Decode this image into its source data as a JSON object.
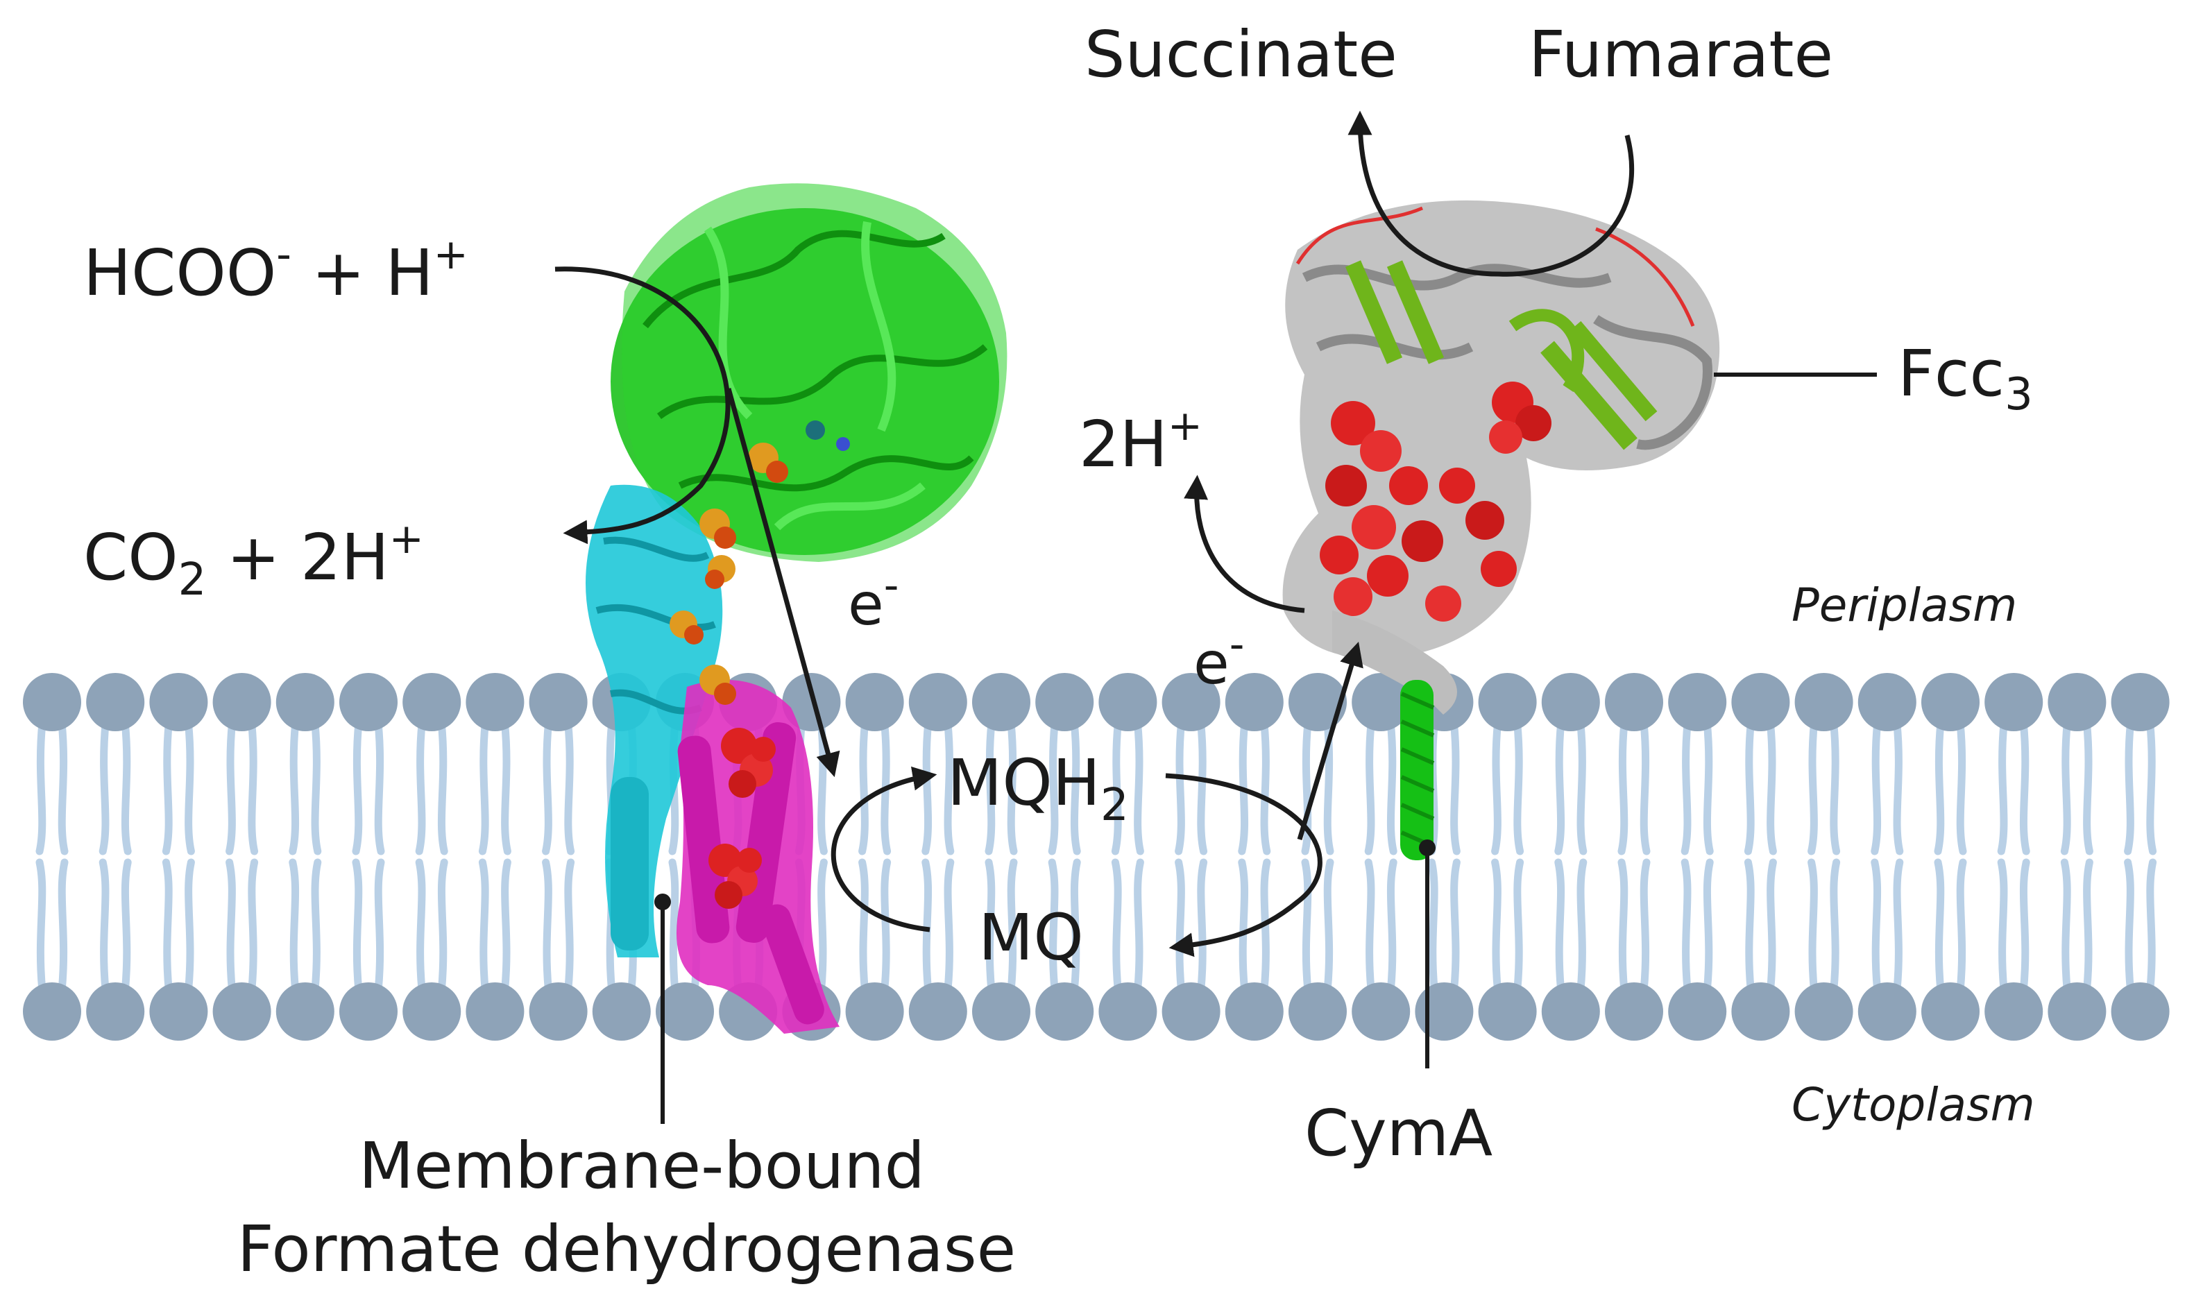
{
  "diagram": {
    "formate_reaction": {
      "substrate": {
        "base": "HCOO",
        "sup1": "-",
        "mid": " + H",
        "sup2": "+"
      },
      "product": {
        "base": "CO",
        "sub": "2",
        "mid": " + 2H",
        "sup": "+"
      }
    },
    "electron_fdh": {
      "base": "e",
      "sup": "-"
    },
    "electron_cyma": {
      "base": "e",
      "sup": "-"
    },
    "quinol": {
      "base": "MQH",
      "sub": "2"
    },
    "quinone": "MQ",
    "proton_release": {
      "base": "2H",
      "sup": "+"
    },
    "succinate": "Succinate",
    "fumarate": "Fumarate",
    "fcc3": {
      "base": "Fcc",
      "sub": "3"
    },
    "cyma": "CymA",
    "fdh_label_line1": "Membrane-bound",
    "fdh_label_line2": "Formate dehydrogenase",
    "periplasm": "Periplasm",
    "cytoplasm": "Cytoplasm"
  },
  "colors": {
    "membrane_head": "#8ea3b8",
    "membrane_tail": "#b9d0e6",
    "fdh_alpha": "#22c322",
    "fdh_beta": "#1fc8d8",
    "fdh_gamma": "#e02fc0",
    "heme": "#dd2222",
    "fes_cluster": "#e09a20",
    "fcc3_helix": "#bdbdbd",
    "fcc3_sheet": "#6fb51b",
    "cyma_helix": "#15c015",
    "arrow": "#1a1a1a"
  }
}
